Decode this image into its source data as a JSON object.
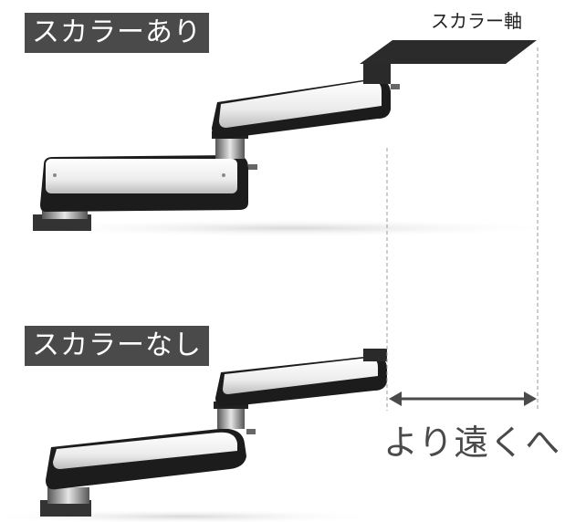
{
  "labels": {
    "with_scara": "スカラーあり",
    "without_scara": "スカラーなし",
    "scara_axis": "スカラー軸",
    "reach_further": "より遠くへ"
  },
  "colors": {
    "label_bg": "#4a4a4a",
    "arm_body": "#f2f2f2",
    "arm_dark": "#1c1c1c",
    "guide_line": "#9a9a9a"
  }
}
